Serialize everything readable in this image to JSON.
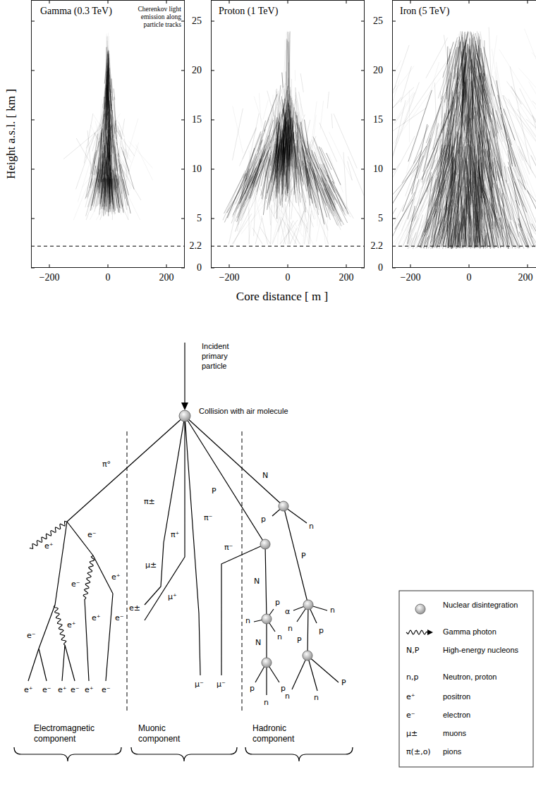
{
  "diagram": {
    "nodes": [
      {
        "text": [
          "Gamma (0.3 TeV)",
          "Cherenkov light emission along particle tracks"
        ]
      },
      {
        "text": [
          "Proton (1 TeV)"
        ]
      },
      {
        "text": [
          "Iron (5 TeV)"
        ]
      }
    ],
    "labels": [
      "Height a.s.l. [ km ]",
      "25",
      "20",
      "15",
      "10",
      "5",
      "2.2",
      "0",
      "25",
      "20",
      "15",
      "10",
      "5",
      "2.2",
      "0",
      "−200",
      "0",
      "200",
      "−200",
      "0",
      "200",
      "−200",
      "0",
      "200",
      "Core distance [ m ]",
      "Incident primary particle",
      "Collision with air molecule",
      "π°",
      "π±",
      "π⁻",
      "π⁺",
      "μ±",
      "μ⁺",
      "e±",
      "μ⁻",
      "N",
      "P",
      "p",
      "n",
      "π⁻",
      "P",
      "N",
      "p",
      "α",
      "n",
      "n",
      "n",
      "p",
      "n",
      "P",
      "N",
      "μ⁻",
      "P",
      "p",
      "p",
      "n",
      "n",
      "n",
      "e⁺",
      "e⁻",
      "e⁻",
      "e⁺",
      "e⁺",
      "e⁻",
      "e⁺",
      "e⁻",
      "e⁺",
      "e⁻",
      "e⁺",
      "e⁻",
      "e⁺",
      "e⁻",
      "Electromagnetic component",
      "Muonic component",
      "Hadronic component",
      "N,P",
      "n,p",
      "e⁺",
      "e⁻",
      "μ±",
      "π(±,o)"
    ],
    "legend": [
      {
        "text": "Nuclear disintegration"
      },
      {
        "text": "Gamma photon"
      },
      {
        "text": "High-energy nucleons"
      },
      {
        "text": "Neutron, proton"
      },
      {
        "text": "positron"
      },
      {
        "text": "electron"
      },
      {
        "text": "muons"
      },
      {
        "text": "pions"
      }
    ]
  }
}
